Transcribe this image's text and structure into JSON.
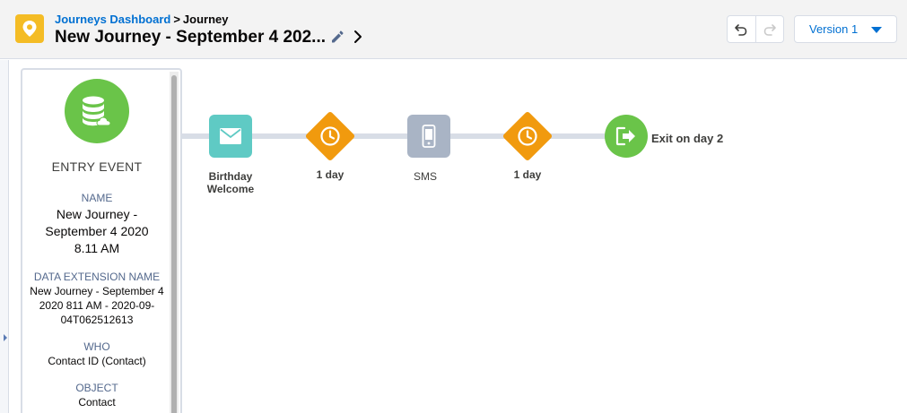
{
  "header": {
    "breadcrumb_link": "Journeys Dashboard",
    "breadcrumb_separator": ">",
    "breadcrumb_current": "Journey",
    "title": "New Journey - September 4 202...",
    "version_label": "Version 1",
    "icons": {
      "app": "location-pin-icon",
      "edit": "pencil-icon",
      "expand": "chevron-right-icon",
      "undo": "undo-icon",
      "redo": "redo-icon",
      "version_menu": "caret-down-icon"
    }
  },
  "entry_event": {
    "icon": "database-cloud-icon",
    "heading": "ENTRY EVENT",
    "fields": [
      {
        "label": "NAME",
        "value": "New Journey - September 4 2020 8.11 AM"
      },
      {
        "label": "DATA EXTENSION NAME",
        "value": "New Journey - September 4 2020 811 AM - 2020-09-04T062512613"
      },
      {
        "label": "WHO",
        "value": "Contact ID (Contact)"
      },
      {
        "label": "OBJECT",
        "value": "Contact"
      }
    ]
  },
  "flow": {
    "nodes": [
      {
        "type": "email",
        "icon": "envelope-icon",
        "label": "Birthday Welcome"
      },
      {
        "type": "wait",
        "icon": "clock-icon",
        "label": "1 day"
      },
      {
        "type": "sms",
        "icon": "mobile-phone-icon",
        "label": "SMS"
      },
      {
        "type": "wait",
        "icon": "clock-icon",
        "label": "1 day"
      },
      {
        "type": "exit",
        "icon": "exit-icon",
        "label": "Exit on day 2"
      }
    ]
  },
  "colors": {
    "app_icon": "#f4bc25",
    "link": "#0070d2",
    "entry_event": "#6ac449",
    "email_node": "#5fcac4",
    "wait_node": "#f19a0e",
    "sms_node": "#a9b4c5",
    "exit_node": "#6ac449"
  }
}
